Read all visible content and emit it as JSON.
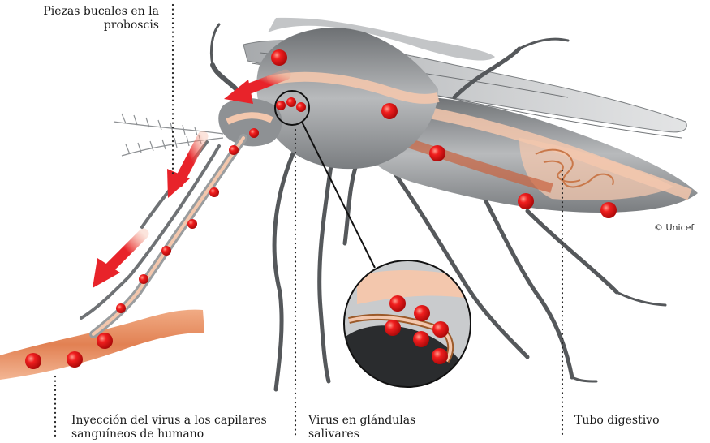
{
  "labels": {
    "mouthparts": [
      "Piezas bucales en la",
      "proboscis"
    ],
    "injection": [
      "Inyección del virus a los capilares",
      "sanguíneos de humano"
    ],
    "salivary": [
      "Virus en glándulas",
      "salivares"
    ],
    "digestive": "Tubo digestivo"
  },
  "credit": "© Unicef",
  "colors": {
    "virus": "#e8191c",
    "arrow": "#e8232a",
    "capillary": "#e2875a",
    "body_interior": "#f3c7ad",
    "gut": "#c9623e",
    "mosquito_gray": "#8e9194",
    "dotted_line": "#222222"
  }
}
